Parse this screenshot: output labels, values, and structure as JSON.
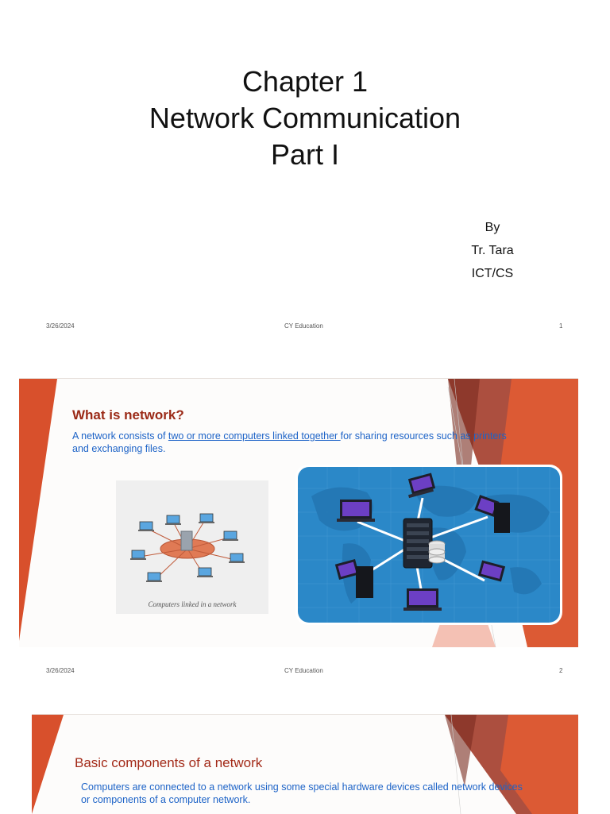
{
  "page1": {
    "title_line1": "Chapter 1",
    "title_line2": "Network Communication",
    "title_line3": "Part I",
    "by": "By",
    "author": "Tr. Tara",
    "dept": "ICT/CS",
    "footer_date": "3/26/2024",
    "footer_org": "CY Education",
    "footer_page": "1"
  },
  "slide2": {
    "heading": "What is network?",
    "body_prefix": "A network consists of ",
    "body_link": "two or more computers linked together ",
    "body_suffix": "for sharing resources such as printers and exchanging files.",
    "image_caption": "Computers linked in a network",
    "footer_date": "3/26/2024",
    "footer_org": "CY Education",
    "footer_page": "2"
  },
  "slide3": {
    "heading": "Basic components of a network",
    "body": "Computers are connected to a network using some special hardware devices called network devices or components of a computer network."
  },
  "colors": {
    "accent_orange": "#d8502c",
    "accent_dark_red": "#9b2a17",
    "body_blue": "#1d63c7"
  }
}
